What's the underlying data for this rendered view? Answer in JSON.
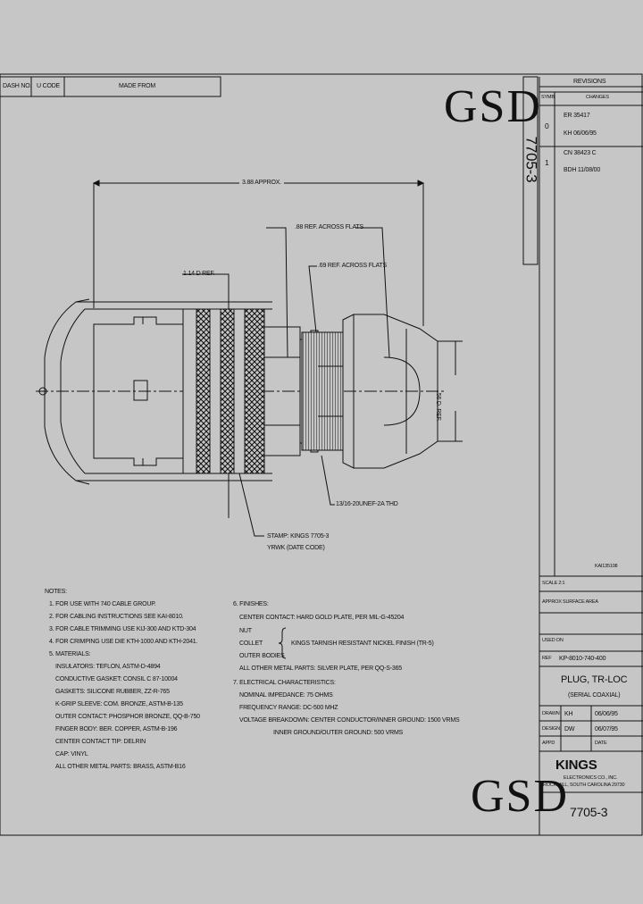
{
  "titleblock": {
    "dash_no": "DASH NO.",
    "u_code": "U CODE",
    "made_from": "MADE FROM",
    "gsd_top": "GSD",
    "gsd_bottom": "GSD",
    "part_number_vertical": "7705-3",
    "drawing_number_small": "KAI135108",
    "scale": "SCALE 2:1",
    "approx": "APPROX SURFACE AREA",
    "used_on": "USED ON",
    "ref_no": "REF",
    "ref_value": "KP-8010-740-400",
    "title_line1": "PLUG, TR-LOC",
    "title_line2": "(SERIAL COAXIAL)",
    "drawn_label": "DRAWN",
    "drawn_by": "KH",
    "drawn_date": "06/06/95",
    "design_label": "DESIGN",
    "design_by": "DW",
    "design_date": "06/07/95",
    "appd_label": "APPD",
    "date_label": "DATE",
    "company_logo": "KINGS",
    "company_line1": "ELECTRONICS CO., INC.",
    "company_line2": "ROCK HILL, SOUTH CAROLINA 29730",
    "dwg_number": "7705-3"
  },
  "revisions": {
    "title": "REVISIONS",
    "col_sym": "SYMB",
    "col_changes": "CHANGES",
    "rows": [
      {
        "sym": "0",
        "line1": "ER  35417",
        "line2": "KH  06/06/95"
      },
      {
        "sym": "1",
        "line1": "CN  38423  C",
        "line2": "BDH  11/08/00"
      }
    ]
  },
  "dimensions": {
    "overall": "3.88 APPROX.",
    "flats1": ".88 REF. ACROSS FLATS",
    "flats2": ".69 REF. ACROSS FLATS",
    "dia1": "1.14 D REF.",
    "dia2": ".56 D. REF.",
    "thread": "13/16-20UNEF-2A THD",
    "stamp1": "STAMP: KINGS 7705-3",
    "stamp2": "YRWK (DATE CODE)"
  },
  "notes": {
    "header": "NOTES:",
    "lines": [
      "1. FOR USE WITH 740 CABLE GROUP.",
      "2. FOR CABLING INSTRUCTIONS SEE KAI-8010.",
      "3. FOR CABLE TRIMMING USE KIJ-300 AND KTD-304",
      "4. FOR CRIMPING USE DIE KTH-1000 AND KTH-2041.",
      "5. MATERIALS:",
      "INSULATORS: TEFLON, ASTM-D-4894",
      "CONDUCTIVE GASKET: CONSIL C 87-10004",
      "GASKETS: SILICONE RUBBER, ZZ-R-765",
      "K-GRIP SLEEVE: COM. BRONZE, ASTM-B-135",
      "OUTER CONTACT: PHOSPHOR BRONZE, QQ-B-750",
      "FINGER BODY: BER. COPPER, ASTM-B-196",
      "CENTER CONTACT TIP: DELRIN",
      "CAP: VINYL",
      "ALL OTHER METAL PARTS: BRASS, ASTM-B16"
    ]
  },
  "finishes": {
    "header": "6. FINISHES:",
    "center": "CENTER CONTACT: HARD GOLD PLATE, PER MIL-G-45204",
    "nut": "NUT",
    "collet": "COLLET",
    "outer": "OUTER BODIES",
    "bracket": "KINGS TARNISH RESISTANT NICKEL FINISH (TR-5)",
    "other": "ALL OTHER METAL PARTS: SILVER PLATE, PER QQ-S-365",
    "elec_header": "7. ELECTRICAL CHARACTERISTICS:",
    "imp": "NOMINAL IMPEDANCE: 75 OHMS",
    "freq": "FREQUENCY RANGE: DC-500 MHZ",
    "volt1": "VOLTAGE BREAKDOWN: CENTER CONDUCTOR/INNER GROUND: 1500 VRMS",
    "volt2": "INNER GROUND/OUTER GROUND: 500 VRMS"
  }
}
